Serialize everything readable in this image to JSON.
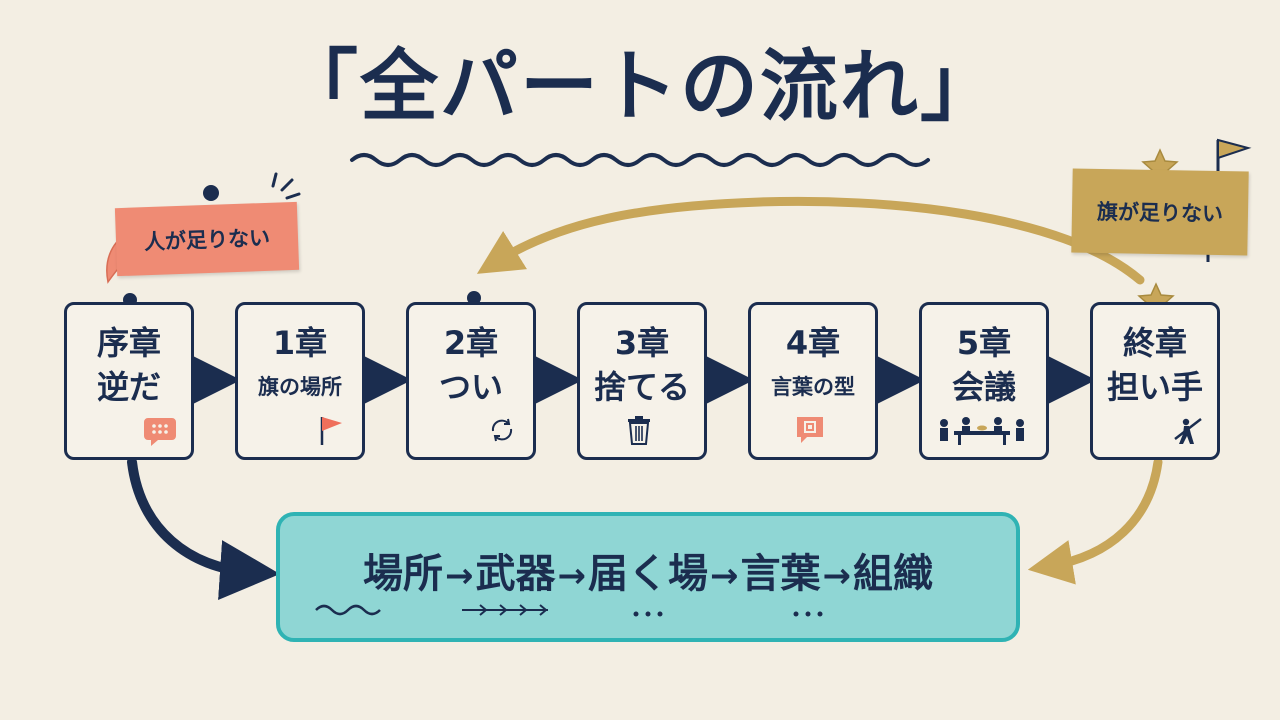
{
  "title": "「全パートの流れ」",
  "notes": {
    "people": "人が足りない",
    "flags": "旗が足りない"
  },
  "chapters": [
    {
      "label": "序章",
      "subtitle": "逆だ",
      "icon": "speech-bubble-icon"
    },
    {
      "label": "1章",
      "subtitle": "旗の場所",
      "icon": "flag-icon"
    },
    {
      "label": "2章",
      "subtitle": "つい",
      "icon": "cycle-icon"
    },
    {
      "label": "3章",
      "subtitle": "捨てる",
      "icon": "trash-icon"
    },
    {
      "label": "4章",
      "subtitle": "言葉の型",
      "icon": "chat-icon"
    },
    {
      "label": "5章",
      "subtitle": "会議",
      "icon": "meeting-icon"
    },
    {
      "label": "終章",
      "subtitle": "担い手",
      "icon": "flag-bearer-icon"
    }
  ],
  "summary": {
    "items": [
      "場所",
      "武器",
      "届く場",
      "言葉",
      "組織"
    ],
    "arrow": "→"
  },
  "colors": {
    "background": "#f3eee3",
    "navy": "#1b2d4f",
    "coral": "#ef8b74",
    "gold": "#c8a659",
    "teal_fill": "#8fd6d4",
    "teal_border": "#2fb3b4"
  }
}
